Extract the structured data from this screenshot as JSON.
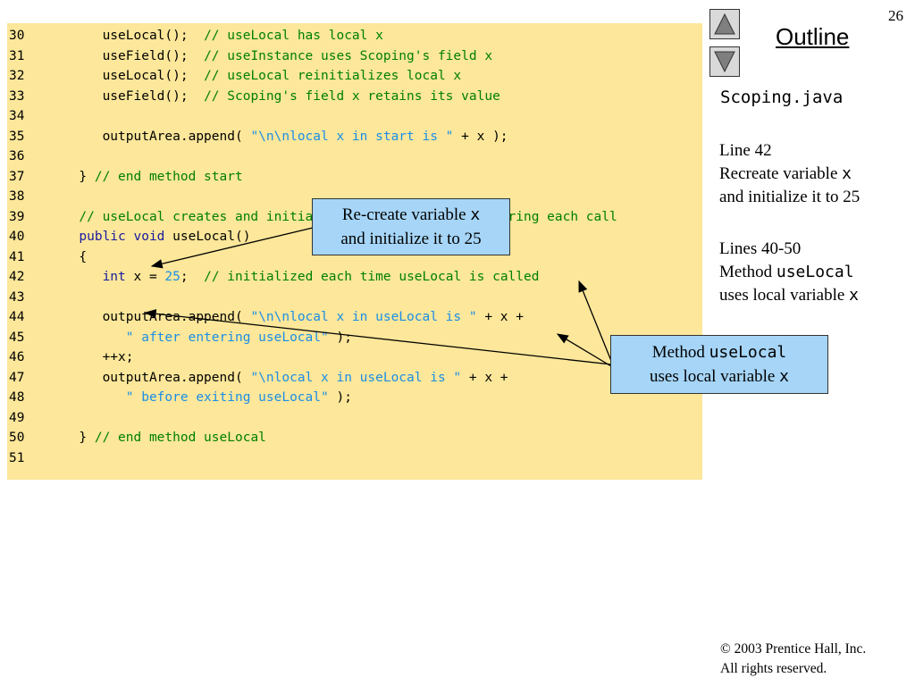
{
  "page_number": "26",
  "outline_title": "Outline",
  "nav": {
    "up_icon": "triangle-up-icon",
    "down_icon": "triangle-down-icon"
  },
  "side": {
    "file_name": "Scoping.java",
    "note1": {
      "title": "Line 42",
      "line1": "Recreate variable ",
      "var": "x",
      "line2": "and initialize it to 25"
    },
    "note2": {
      "title": "Lines 40-50",
      "prefix": "Method ",
      "method": "useLocal",
      "line2": "uses local variable ",
      "var": "x"
    }
  },
  "callout1": {
    "line1": "Re-create variable ",
    "var": "x",
    "line2": "and initialize it to 25"
  },
  "callout2": {
    "prefix": "Method ",
    "method": "useLocal",
    "line2": "uses local variable ",
    "var": "x"
  },
  "code_lines": [
    {
      "num": "30",
      "tokens": [
        [
          "plain",
          "         useLocal();  "
        ],
        [
          "com",
          "// useLocal has local x"
        ]
      ]
    },
    {
      "num": "31",
      "tokens": [
        [
          "plain",
          "         useField();  "
        ],
        [
          "com",
          "// useInstance uses Scoping's field x"
        ]
      ]
    },
    {
      "num": "32",
      "tokens": [
        [
          "plain",
          "         useLocal();  "
        ],
        [
          "com",
          "// useLocal reinitializes local x"
        ]
      ]
    },
    {
      "num": "33",
      "tokens": [
        [
          "plain",
          "         useField();  "
        ],
        [
          "com",
          "// Scoping's field x retains its value"
        ]
      ]
    },
    {
      "num": "34",
      "tokens": []
    },
    {
      "num": "35",
      "tokens": [
        [
          "plain",
          "         outputArea.append( "
        ],
        [
          "str",
          "\"\\n\\nlocal x in start is \""
        ],
        [
          "plain",
          " + x );"
        ]
      ]
    },
    {
      "num": "36",
      "tokens": []
    },
    {
      "num": "37",
      "tokens": [
        [
          "plain",
          "      } "
        ],
        [
          "com",
          "// end method start"
        ]
      ]
    },
    {
      "num": "38",
      "tokens": []
    },
    {
      "num": "39",
      "tokens": [
        [
          "com",
          "      // useLocal creates and initializes local variable x during each call"
        ]
      ]
    },
    {
      "num": "40",
      "tokens": [
        [
          "kw",
          "      public void "
        ],
        [
          "plain",
          "useLocal()"
        ]
      ]
    },
    {
      "num": "41",
      "tokens": [
        [
          "plain",
          "      {"
        ]
      ]
    },
    {
      "num": "42",
      "tokens": [
        [
          "kw",
          "         int "
        ],
        [
          "plain",
          "x = "
        ],
        [
          "num",
          "25"
        ],
        [
          "plain",
          ";  "
        ],
        [
          "com",
          "// initialized each time useLocal is called"
        ]
      ]
    },
    {
      "num": "43",
      "tokens": []
    },
    {
      "num": "44",
      "tokens": [
        [
          "plain",
          "         outputArea.append( "
        ],
        [
          "str",
          "\"\\n\\nlocal x in useLocal is \""
        ],
        [
          "plain",
          " + x +"
        ]
      ]
    },
    {
      "num": "45",
      "tokens": [
        [
          "str",
          "            \" after entering useLocal\""
        ],
        [
          "plain",
          " );"
        ]
      ]
    },
    {
      "num": "46",
      "tokens": [
        [
          "plain",
          "         ++x;"
        ]
      ]
    },
    {
      "num": "47",
      "tokens": [
        [
          "plain",
          "         outputArea.append( "
        ],
        [
          "str",
          "\"\\nlocal x in useLocal is \""
        ],
        [
          "plain",
          " + x +"
        ]
      ]
    },
    {
      "num": "48",
      "tokens": [
        [
          "str",
          "            \" before exiting useLocal\""
        ],
        [
          "plain",
          " );"
        ]
      ]
    },
    {
      "num": "49",
      "tokens": []
    },
    {
      "num": "50",
      "tokens": [
        [
          "plain",
          "      } "
        ],
        [
          "com",
          "// end method useLocal"
        ]
      ]
    },
    {
      "num": "51",
      "tokens": []
    }
  ],
  "copyright": {
    "line1": "© 2003 Prentice Hall, Inc.",
    "line2": "All rights reserved."
  }
}
